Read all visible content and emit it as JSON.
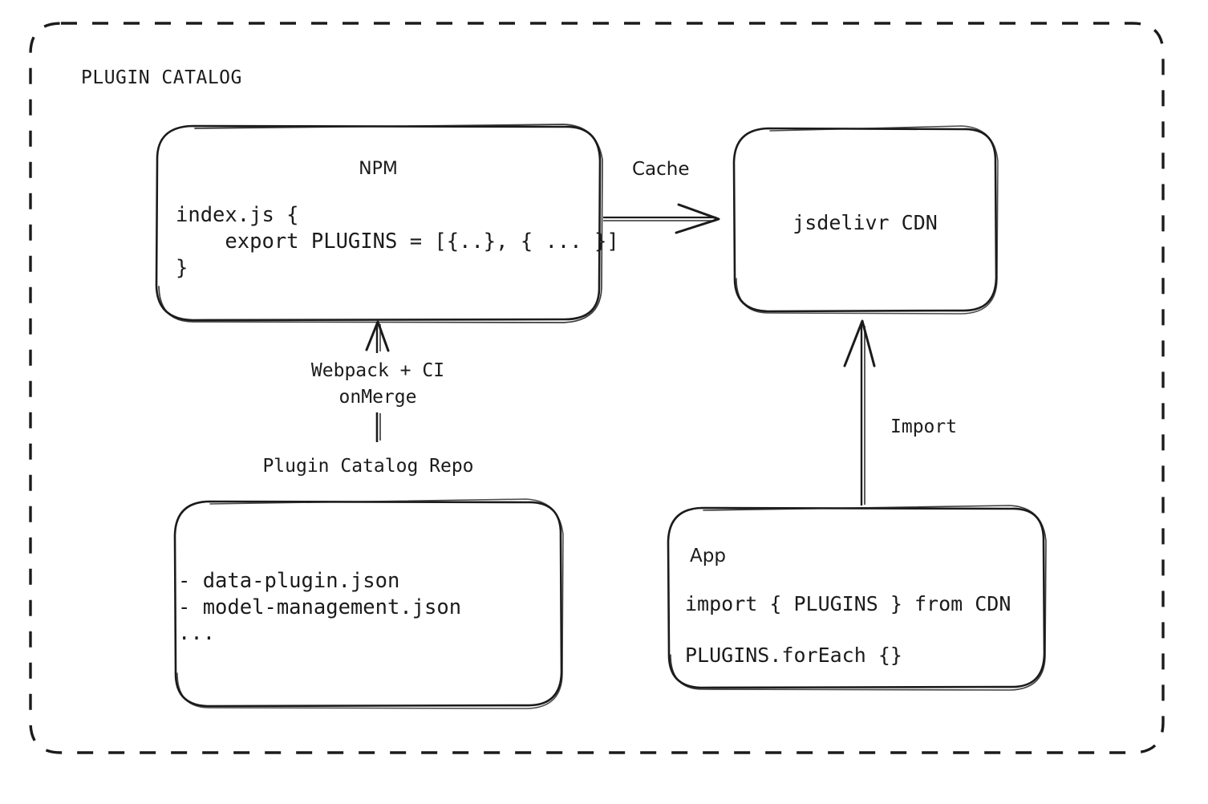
{
  "diagram": {
    "group": {
      "title": "PLUGIN CATALOG"
    },
    "nodes": {
      "npm": {
        "title": "NPM",
        "code": "index.js {\n    export PLUGINS = [{..}, { ... }]\n}"
      },
      "cdn": {
        "title": "jsdelivr CDN"
      },
      "repo": {
        "caption": "Plugin Catalog Repo",
        "items": "- data-plugin.json\n- model-management.json\n..."
      },
      "app": {
        "title": "App",
        "code_line_1": "import { PLUGINS } from CDN",
        "code_line_2": "PLUGINS.forEach {}"
      }
    },
    "edges": {
      "cache": {
        "label": "Cache",
        "from": "npm",
        "to": "cdn"
      },
      "build": {
        "label": "Webpack + CI\nonMerge",
        "from": "repo",
        "to": "npm"
      },
      "import": {
        "label": "Import",
        "from": "app",
        "to": "cdn"
      }
    },
    "colors": {
      "stroke": "#1b1b1b",
      "background": "#ffffff",
      "text": "#1b1b1b"
    }
  }
}
